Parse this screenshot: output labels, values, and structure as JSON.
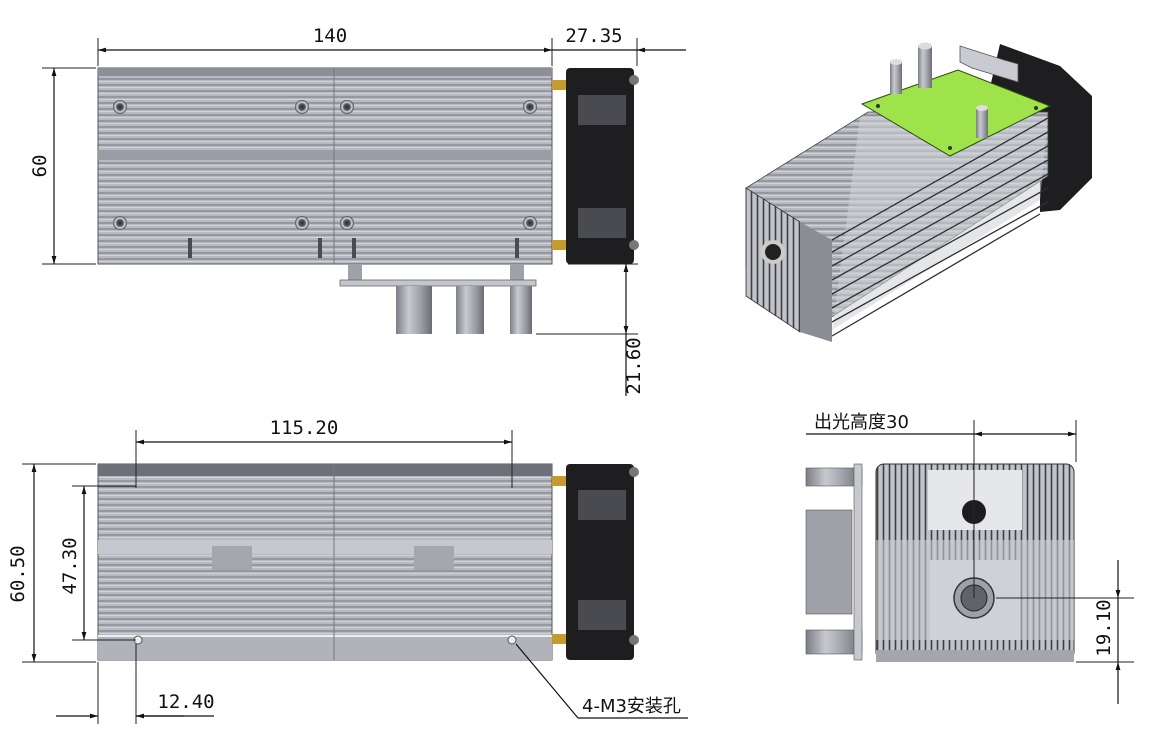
{
  "dimensions": {
    "length": "140",
    "fan_depth": "27.35",
    "height_front": "60",
    "connector_height": "21.60",
    "hole_spacing": "115.20",
    "height_side": "60.50",
    "hole_vertical": "47.30",
    "hole_offset": "12.40",
    "beam_height": "19.10"
  },
  "annotations": {
    "mount_holes": "4-M3安装孔",
    "light_height": "出光高度30"
  },
  "colors": {
    "heatsink_fill": "#b9bcc3",
    "heatsink_dark": "#6d7079",
    "fan_black": "#1e1e20",
    "pcb_green": "#9fe34a",
    "brass": "#c79a2e"
  }
}
